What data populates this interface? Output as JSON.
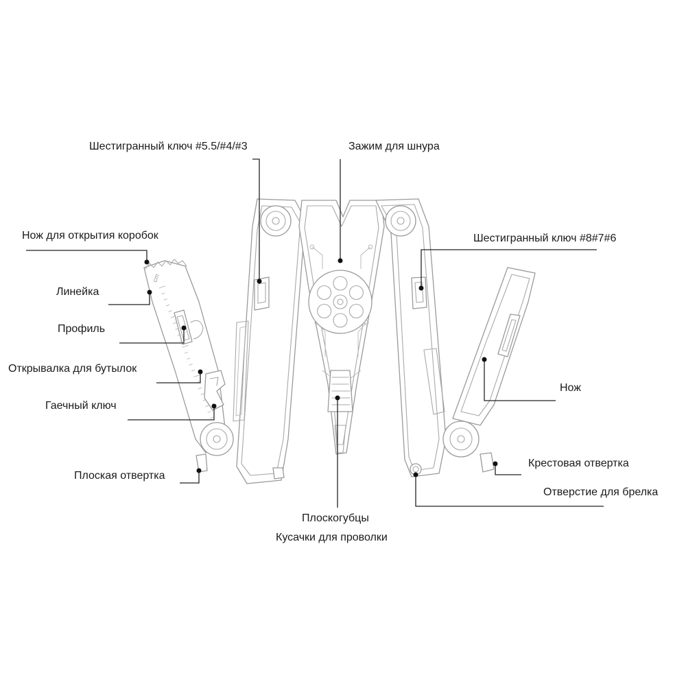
{
  "labels": {
    "hex_key_small": "Шестигранный ключ #5.5/#4/#3",
    "cord_clamp": "Зажим для шнура",
    "box_knife": "Нож для открытия коробок",
    "hex_key_large": "Шестигранный ключ #8#7#6",
    "ruler": "Линейка",
    "profile": "Профиль",
    "bottle_opener": "Открывалка для бутылок",
    "wrench": "Гаечный ключ",
    "flat_screwdriver": "Плоская отвертка",
    "knife": "Нож",
    "phillips_screwdriver": "Крестовая отвертка",
    "keyring_hole": "Отверстие для брелка",
    "pliers": "Плоскогубцы",
    "wire_cutters": "Кусачки для проволки"
  },
  "ruler_marks": [
    "cm"
  ]
}
